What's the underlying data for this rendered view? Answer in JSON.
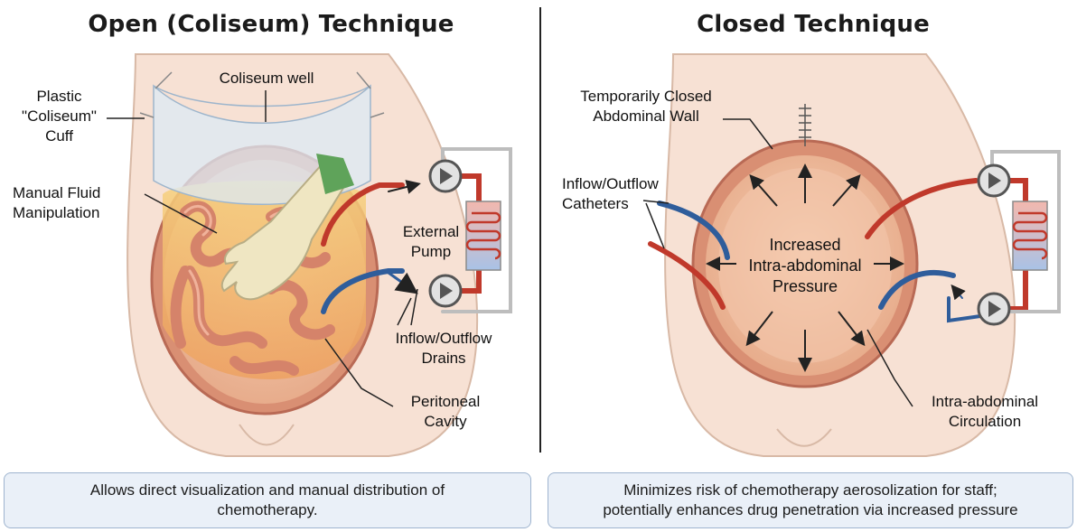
{
  "open": {
    "title": "Open (Coliseum) Technique",
    "labels": {
      "coliseum_well": "Coliseum well",
      "cuff_line1": "Plastic",
      "cuff_line2": "\"Coliseum\"",
      "cuff_line3": "Cuff",
      "manual_line1": "Manual Fluid",
      "manual_line2": "Manipulation",
      "pump_line1": "External",
      "pump_line2": "Pump",
      "drains_line1": "Inflow/Outflow",
      "drains_line2": "Drains",
      "cavity_line1": "Peritoneal",
      "cavity_line2": "Cavity"
    },
    "summary": "Allows direct visualization and manual distribution of chemotherapy."
  },
  "closed": {
    "title": "Closed Technique",
    "labels": {
      "wall_line1": "Temporarily Closed",
      "wall_line2": "Abdominal Wall",
      "catheters_line1": "Inflow/Outflow",
      "catheters_line2": "Catheters",
      "pressure_line1": "Increased",
      "pressure_line2": "Intra-abdominal",
      "pressure_line3": "Pressure",
      "circ_line1": "Intra-abdominal",
      "circ_line2": "Circulation"
    },
    "summary_line1": "Minimizes risk of chemotherapy aerosolization for staff;",
    "summary_line2": "potentially enhances drug penetration via increased pressure"
  },
  "colors": {
    "skin": "#f6d9c9",
    "cavity": "#efb98f",
    "bowel": "#e19477",
    "fluid": "#f2c77a",
    "inflow_red": "#c0392b",
    "outflow_blue": "#2f5d9b",
    "glove": "#efe6c2",
    "sleeve": "#5fa35a",
    "box_bg": "#eaf0f8"
  }
}
